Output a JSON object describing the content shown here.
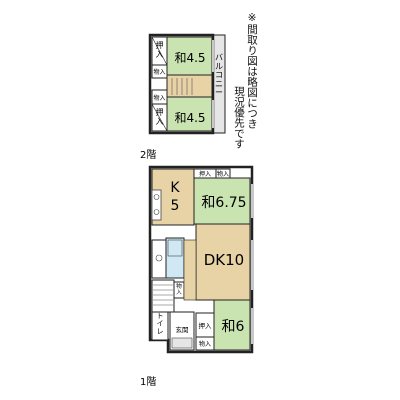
{
  "note": {
    "line1": "※間取り図は略図につき",
    "line2": "現況優先です"
  },
  "floor2": {
    "label": "2階",
    "rooms": {
      "washitsu_top": "和4.5",
      "washitsu_bottom": "和4.5",
      "oshiire_top": "押入",
      "oshiire_bottom": "押入",
      "mono_top": "物入",
      "mono_bottom": "物入",
      "balcony": "バルコニー"
    }
  },
  "floor1": {
    "label": "1階",
    "rooms": {
      "kitchen": "K\n5",
      "kitchen_k": "K",
      "kitchen_5": "5",
      "washitsu_675": "和6.75",
      "dk10": "DK10",
      "washitsu_6": "和6",
      "oshiire_a": "押入",
      "mono_a": "物入",
      "mono_b": "物入",
      "genkan": "玄関",
      "toilet": "トイレ",
      "oshiire_b": "押入",
      "mono_c": "物入"
    }
  },
  "colors": {
    "tatami": "#c9e3b1",
    "wood": "#e8d3a6",
    "bath": "#cfe8f3",
    "hall": "#ffffff",
    "wall": "#222222"
  }
}
